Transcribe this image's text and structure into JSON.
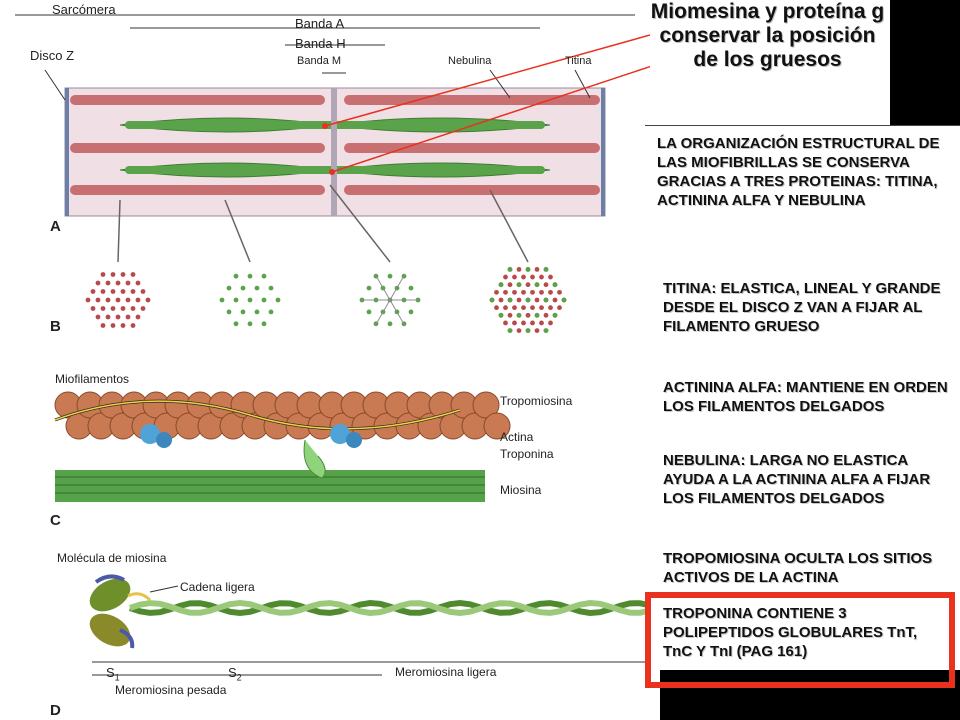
{
  "title": "Miomesina y proteína g conservar la posición de los gruesos",
  "paragraphs": [
    "LA ORGANIZACIÓN ESTRUCTURAL DE LAS MIOFIBRILLAS SE CONSERVA GRACIAS A TRES PROTEINAS: TITINA, ACTININA ALFA Y NEBULINA",
    "TITINA: ELASTICA, LINEAL Y GRANDE DESDE EL DISCO Z VAN A FIJAR AL FILAMENTO GRUESO",
    "ACTININA ALFA: MANTIENE EN ORDEN LOS FILAMENTOS DELGADOS",
    "NEBULINA: LARGA NO ELASTICA AYUDA A LA ACTININA ALFA A FIJAR LOS FILAMENTOS DELGADOS",
    "TROPOMIOSINA OCULTA LOS SITIOS ACTIVOS DE LA ACTINA",
    "TROPONINA CONTIENE 3 POLIPEPTIDOS GLOBULARES TnT, TnC Y TnI (PAG 161)"
  ],
  "figure": {
    "panel_a": {
      "sarcomera": "Sarcómera",
      "disco_z": "Disco Z",
      "banda_a": "Banda A",
      "banda_h": "Banda H",
      "banda_m": "Banda M",
      "nebulina": "Nebulina",
      "titina": "Titina",
      "letter": "A"
    },
    "panel_b": {
      "letter": "B"
    },
    "panel_c": {
      "miofilamentos": "Miofilamentos",
      "tropomiosina": "Tropomiosina",
      "actina": "Actina",
      "troponina": "Troponina",
      "miosina": "Miosina",
      "letter": "C"
    },
    "panel_d": {
      "molecula": "Molécula de miosina",
      "cadena_ligera": "Cadena ligera",
      "s1": "S",
      "s1_sub": "1",
      "s2": "S",
      "s2_sub": "2",
      "meromiosina_ligera": "Meromiosina ligera",
      "meromiosina_pesada": "Meromiosina pesada",
      "letter": "D"
    }
  },
  "colors": {
    "thin": "#b84a4a",
    "thick": "#5aa34a",
    "actin": "#c97a52",
    "troponin": "#4fa3d6",
    "highlight": "#e8321f"
  }
}
